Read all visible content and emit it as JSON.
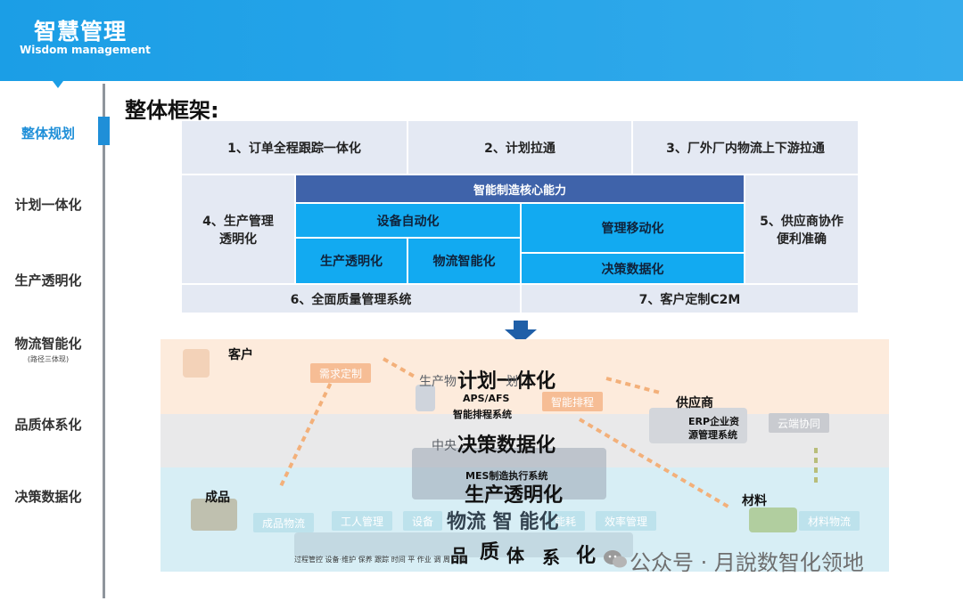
{
  "header": {
    "title": "智慧管理",
    "subtitle": "Wisdom management"
  },
  "nav": {
    "items": [
      "整体规划",
      "计划一体化",
      "生产透明化",
      "物流智能化",
      "品质体系化",
      "决策数据化"
    ],
    "sub_note": "(路径三体现)",
    "active_index": 0
  },
  "section_title": "整体框架:",
  "framework": {
    "top": [
      "1、订单全程跟踪一体化",
      "2、计划拉通",
      "3、厂外厂内物流上下游拉通"
    ],
    "left": "4、生产管理透明化",
    "left_lines": [
      "4、生产管理",
      "透明化"
    ],
    "right_lines": [
      "5、供应商协作",
      "便利准确"
    ],
    "core_title": "智能制造核心能力",
    "equipment": "设备自动化",
    "production": "生产透明化",
    "logistics": "物流智能化",
    "mobile": "管理移动化",
    "decision": "决策数据化",
    "bottom": [
      "6、全面质量管理系统",
      "7、客户定制C2M"
    ]
  },
  "diagram": {
    "customer": "客户",
    "supplier": "供应商",
    "finished": "成品",
    "material": "材料",
    "plan_big": "计划一体化",
    "plan_prefix": "生产物",
    "plan_suffix": "划",
    "aps": "APS/AFS",
    "aps_sub": "智能排程系统",
    "erp_line1": "ERP企业资",
    "erp_line2": "源管理系统",
    "decision_big": "决策数据化",
    "center_prefix": "中央",
    "mes": "MES制造执行系统",
    "production_big": "生产透明化",
    "logistics_big": "物流 智 能化",
    "quality_chars": [
      "品",
      "质",
      "体",
      "系",
      "化"
    ],
    "tags": {
      "demand": "需求定制",
      "smart_schedule": "智能排程",
      "cloud": "云端协同",
      "finished_logistics": "成品物流",
      "worker": "工人管理",
      "equip": "设备",
      "energy": "能耗",
      "efficiency": "效率管理",
      "material_logistics": "材料物流"
    },
    "bottom_text": "过程管控   设备·维护 保养      跟踪  时间  平   作业  调   周    产量"
  },
  "watermark": "公众号 · 月說数智化领地",
  "colors": {
    "header_blue": "#1b9ee6",
    "core_navy": "#3f63aa",
    "cyan": "#12aaf1",
    "light_cell": "#e4e9f3"
  }
}
